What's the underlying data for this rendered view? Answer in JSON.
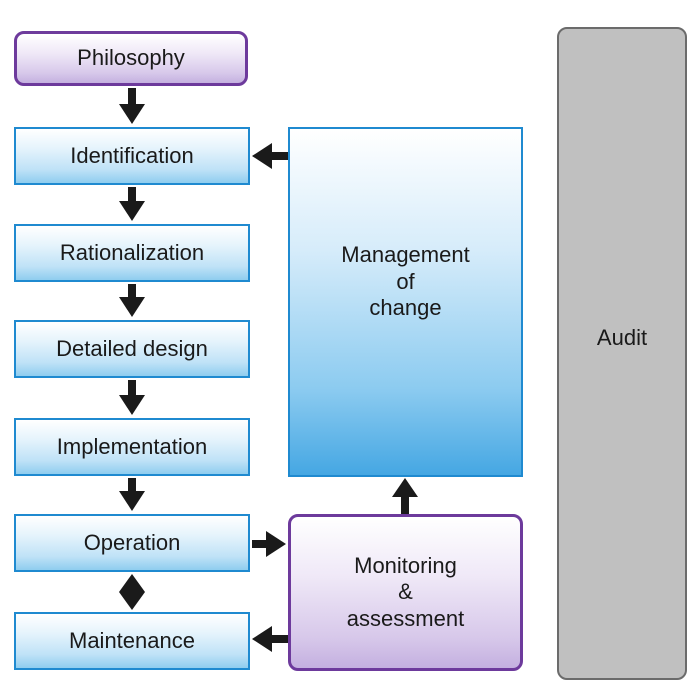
{
  "steps": {
    "philosophy": "Philosophy",
    "identification": "Identification",
    "rationalization": "Rationalization",
    "detailed_design": "Detailed design",
    "implementation": "Implementation",
    "operation": "Operation",
    "maintenance": "Maintenance"
  },
  "management_of_change": "Management\nof\nchange",
  "monitoring_assessment": "Monitoring\n&\nassessment",
  "audit": "Audit",
  "colors": {
    "step_border": "#1f8ad0",
    "purple_border": "#6d3a9c",
    "audit_fill": "#c0c0c0",
    "arrow": "#1a1a1a"
  }
}
